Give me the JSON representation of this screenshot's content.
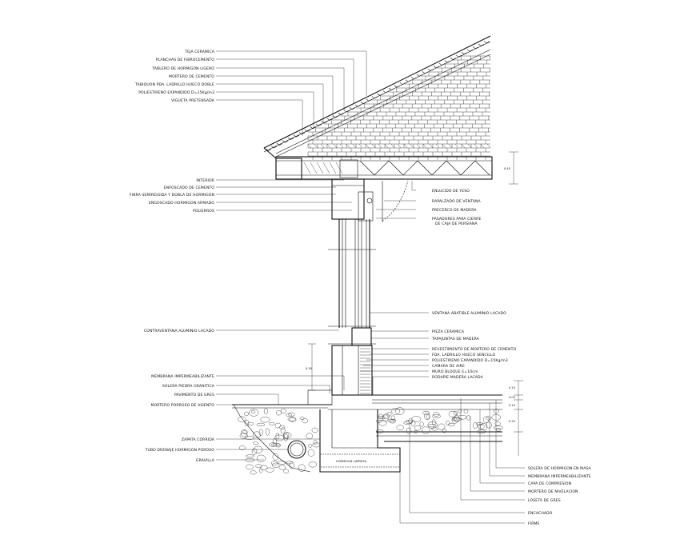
{
  "roof_labels": [
    "TEJA CERAMICA",
    "PLANCHAS DE FIBROCEMENTO",
    "TABLERO DE HORMIGON LIGERO",
    "MORTERO DE CEMENTO",
    "TABIQUON PDA. LADRILLO HUECO DOBLE",
    "POLIESTIRENO EXPANDIDO D=15Kg/m3",
    "VIGUETA PRETENSADA"
  ],
  "eave_labels": [
    "INTERIOR",
    "ENFOSCADO DE CEMENTO",
    "FIBRA SEMIREIGIDA Y DOBLA DE HORMIGON",
    "ENGOSCADO HORMIGON ARMADO",
    "POLIERROS"
  ],
  "window_labels": [
    "ENLUCIDO DE YESO",
    "RAPALZADO DE VENTANA",
    "PRECERCO DE MADERA",
    "PASADORES PARA CIERRE",
    "DE CAJA DE PERSIANA"
  ],
  "wall_labels": [
    "VENTANA ABATIBLE ALUMINIO LACADO",
    "PIEZA CERAMICA",
    "TAPAJUNTAS DE MADERA",
    "REVESTIMIENTO DE MORTERO DE CEMENTO",
    "FDA. LADRILLO HUECO SENCILLO",
    "POLIESTIRENO EXPANDIDO D=15Kg/m3",
    "CAMARA DE AIRE",
    "MURO BLOQUE E=10cm",
    "RODAPIE MADERA LACADA"
  ],
  "left_base_labels": [
    "CONTRAVENTANA ALUMINIO LACADO",
    "MEMBRANA IMPERMEABILIZANTE",
    "SOLERA PIEDRA GRANITICA",
    "PAVIMENTO DE GRES",
    "MORTERO PORROSO DE ASIENTO",
    "ZAPATA CORRIDA",
    "TUBO DRENAJE HORMIGON POROSO",
    "GRAVILLA"
  ],
  "floor_labels": [
    "SOLERA DE HORMIGON EN MASA",
    "MEMBRANA IMPERMEABILIZANTE",
    "CAPA DE COMPRESION",
    "MORTERO DE NIVELACION",
    "LOSETA DE GRES",
    "ENCACHADO",
    "FIRME"
  ],
  "dimensions": {
    "roof": "0.45",
    "sill": "0.30",
    "floor_a": "0.10",
    "floor_b": "0.05",
    "floor_c": "0.10",
    "floor_d": "0.25"
  },
  "footing_note": "HORMIGON LIMPIEZA",
  "colors": {
    "line": "#111111",
    "background": "#ffffff"
  }
}
